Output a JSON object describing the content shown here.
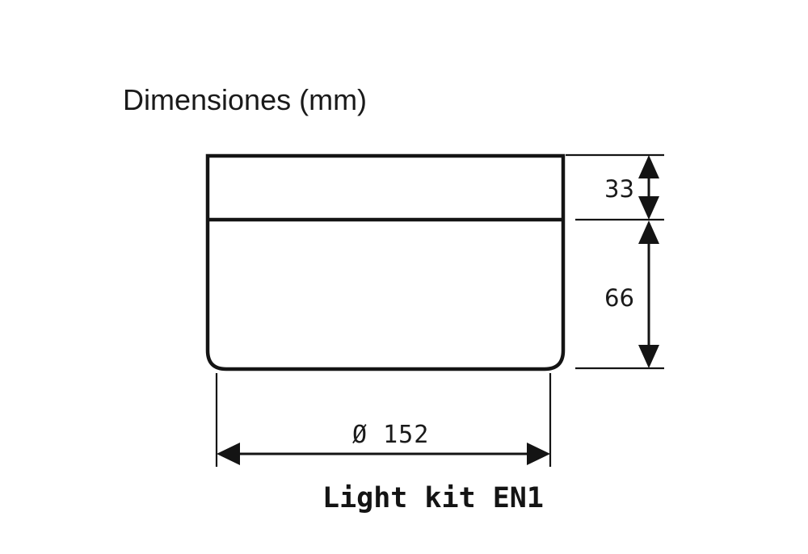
{
  "figure": {
    "title": "Dimensiones (mm)",
    "caption": "Light kit EN1",
    "units": "mm",
    "line_color": "#141414",
    "background_color": "#ffffff"
  },
  "dimensions": {
    "height_top": {
      "label": "33",
      "value": 33,
      "orientation": "vertical",
      "description": "upper band height"
    },
    "height_bottom": {
      "label": "66",
      "value": 66,
      "orientation": "vertical",
      "description": "lower body height"
    },
    "diameter": {
      "label": "Ø 152",
      "symbol": "Ø",
      "value": 152,
      "orientation": "horizontal",
      "description": "overall outside diameter"
    }
  },
  "part": {
    "name": "Light kit EN1",
    "shape": "cylindrical luminaire, rounded lower corners",
    "divider_description": "horizontal seam separating upper band from lower body"
  },
  "icons": {
    "arrow_up": "arrow-up-icon",
    "arrow_down": "arrow-down-icon",
    "arrow_left": "arrow-left-icon",
    "arrow_right": "arrow-right-icon"
  }
}
